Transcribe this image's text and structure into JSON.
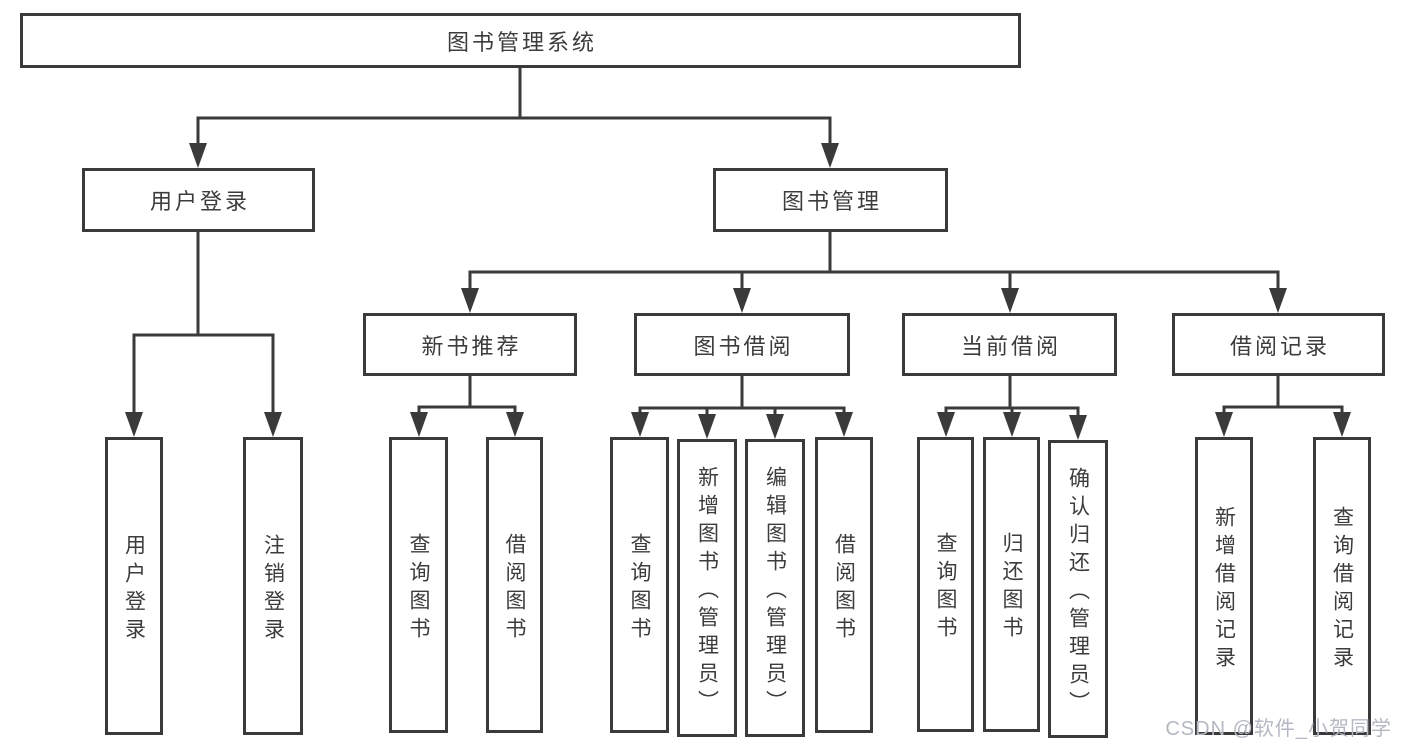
{
  "diagram": {
    "root": {
      "label": "图书管理系统"
    },
    "branches": [
      {
        "label": "用户登录",
        "children": [
          {
            "label": "用户登录"
          },
          {
            "label": "注销登录"
          }
        ]
      },
      {
        "label": "图书管理",
        "children": [
          {
            "label": "新书推荐",
            "children": [
              {
                "label": "查询图书"
              },
              {
                "label": "借阅图书"
              }
            ]
          },
          {
            "label": "图书借阅",
            "children": [
              {
                "label": "查询图书"
              },
              {
                "label": "新增图书（管理员）"
              },
              {
                "label": "编辑图书（管理员）"
              },
              {
                "label": "借阅图书"
              }
            ]
          },
          {
            "label": "当前借阅",
            "children": [
              {
                "label": "查询图书"
              },
              {
                "label": "归还图书"
              },
              {
                "label": "确认归还（管理员）"
              }
            ]
          },
          {
            "label": "借阅记录",
            "children": [
              {
                "label": "新增借阅记录"
              },
              {
                "label": "查询借阅记录"
              }
            ]
          }
        ]
      }
    ]
  },
  "watermark": {
    "text": "CSDN @软件_小贺同学"
  },
  "colors": {
    "line": "#3a3a3a",
    "box_border": "#3a3a3a",
    "text": "#3c3c3c",
    "background": "#ffffff",
    "watermark": "#b3b8c2"
  }
}
